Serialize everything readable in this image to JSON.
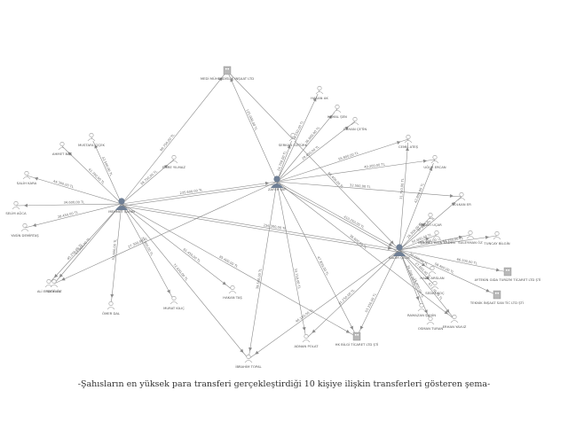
{
  "caption": "-Şahısların en yüksek para transferi gerçekleştirdiği 10 kişiye ilişkin transferleri gösteren şema-",
  "colors": {
    "edge": "#8a8a8a",
    "person_stroke": "#9a9a9a",
    "hub_fill": "#6f7f95",
    "building": "#b8b8b8"
  },
  "nodes": [
    {
      "id": "hub_left",
      "kind": "hub",
      "label": "MEHMET ŞAHİN"
    },
    {
      "id": "hub_center",
      "kind": "hub",
      "label": "ZAFER FAT"
    },
    {
      "id": "hub_right",
      "kind": "hub",
      "label": "KADİR ÇELİK"
    },
    {
      "id": "bld_top",
      "kind": "building",
      "label": "MEDİ MÜHENDİSLİK İNŞAAT LTD"
    },
    {
      "id": "bld_bottom_mid",
      "kind": "building",
      "label": "HK BİLGİ TİCARET LTD ŞTİ"
    },
    {
      "id": "bld_right1",
      "kind": "building",
      "label": "AYTEKİN GIDA TURİZM TİCARET LTD ŞTİ"
    },
    {
      "id": "bld_right2",
      "kind": "building",
      "label": "TEKNİK İNŞAAT SAN TİC LTD ŞTİ"
    },
    {
      "id": "p1",
      "kind": "person",
      "label": "AHMET BAŞ"
    },
    {
      "id": "p2",
      "kind": "person",
      "label": "MUSTAFA ÇİÇEK"
    },
    {
      "id": "p3",
      "kind": "person",
      "label": "SALİH KARA"
    },
    {
      "id": "p4",
      "kind": "person",
      "label": "SELİM AĞCA"
    },
    {
      "id": "p5",
      "kind": "person",
      "label": "YASİN DEMİRTAŞ"
    },
    {
      "id": "p6",
      "kind": "person",
      "label": "ALİ ERDOĞAN"
    },
    {
      "id": "p7",
      "kind": "person",
      "label": "ÖMER DAL"
    },
    {
      "id": "p8",
      "kind": "person",
      "label": "EMRE YILMAZ"
    },
    {
      "id": "p9",
      "kind": "person",
      "label": "HAKAN TAŞ"
    },
    {
      "id": "p10",
      "kind": "person",
      "label": "MURAT KILIÇ"
    },
    {
      "id": "p11",
      "kind": "person",
      "label": "FATİH ÖZ"
    },
    {
      "id": "p12",
      "kind": "person",
      "label": "İBRAHİM TOPAL"
    },
    {
      "id": "p13",
      "kind": "person",
      "label": "SERKAN ÖZTÜRK"
    },
    {
      "id": "p14",
      "kind": "person",
      "label": "HASAN AK"
    },
    {
      "id": "p15",
      "kind": "person",
      "label": "KEMAL ŞEN"
    },
    {
      "id": "p16",
      "kind": "person",
      "label": "ORHAN ÇETİN"
    },
    {
      "id": "p17",
      "kind": "person",
      "label": "CEMİL ATEŞ"
    },
    {
      "id": "p18",
      "kind": "person",
      "label": "UĞUR ERCAN"
    },
    {
      "id": "p19",
      "kind": "person",
      "label": "VOLKAN ER"
    },
    {
      "id": "p20",
      "kind": "person",
      "label": "NECATİ UÇAR"
    },
    {
      "id": "p21",
      "kind": "person",
      "label": "MEHMET EMİN ERDEN"
    },
    {
      "id": "p22",
      "kind": "person",
      "label": "SÜLEYMAN ÖZ"
    },
    {
      "id": "p23",
      "kind": "person",
      "label": "TUNCAY BİLGİN"
    },
    {
      "id": "p24",
      "kind": "person",
      "label": "HALİL ARSLAN"
    },
    {
      "id": "p25",
      "kind": "person",
      "label": "SEDAT KOÇ"
    },
    {
      "id": "p26",
      "kind": "person",
      "label": "RAMAZAN ŞAHİN"
    },
    {
      "id": "p27",
      "kind": "person",
      "label": "OSMAN TURAN"
    },
    {
      "id": "p28",
      "kind": "person",
      "label": "ERHAN YAVUZ"
    },
    {
      "id": "p29",
      "kind": "person",
      "label": "ADNAN POLAT"
    }
  ],
  "edges": [
    {
      "from": "hub_left",
      "to": "hub_center",
      "label": "235.600,00 TL"
    },
    {
      "from": "hub_left",
      "to": "hub_right",
      "label": "156.300,00 TL"
    },
    {
      "from": "hub_center",
      "to": "hub_right",
      "label": "410.250,00 TL"
    },
    {
      "from": "hub_left",
      "to": "bld_top",
      "label": "96.750,00 TL"
    },
    {
      "from": "hub_center",
      "to": "bld_top",
      "label": "125.000,00 TL"
    },
    {
      "from": "bld_top",
      "to": "hub_right",
      "label": "68.400,00 TL"
    },
    {
      "from": "hub_left",
      "to": "p1",
      "label": "41.700,00 TL"
    },
    {
      "from": "hub_left",
      "to": "p2",
      "label": "42.500,00 TL"
    },
    {
      "from": "hub_left",
      "to": "p3",
      "label": "44.300,00 TL"
    },
    {
      "from": "hub_left",
      "to": "p4",
      "label": "34.600,00 TL"
    },
    {
      "from": "hub_left",
      "to": "p5",
      "label": "28.450,00 TL"
    },
    {
      "from": "hub_left",
      "to": "p6",
      "label": "45.250,00 TL"
    },
    {
      "from": "hub_left",
      "to": "p7",
      "label": "52.600,00 TL"
    },
    {
      "from": "hub_left",
      "to": "p8",
      "label": "38.750,00 TL"
    },
    {
      "from": "hub_left",
      "to": "p9",
      "label": "61.450,00 TL"
    },
    {
      "from": "hub_left",
      "to": "p10",
      "label": "33.800,00 TL"
    },
    {
      "from": "hub_left",
      "to": "p11",
      "label": "57.900,00 TL"
    },
    {
      "from": "hub_center",
      "to": "p11",
      "label": "27.300,00 TL"
    },
    {
      "from": "hub_left",
      "to": "p12",
      "label": "72.650,00 TL"
    },
    {
      "from": "hub_center",
      "to": "p12",
      "label": "39.500,00 TL"
    },
    {
      "from": "hub_right",
      "to": "p12",
      "label": "46.150,00 TL"
    },
    {
      "from": "hub_left",
      "to": "bld_bottom_mid",
      "label": "85.400,00 TL"
    },
    {
      "from": "hub_center",
      "to": "bld_bottom_mid",
      "label": "47.800,00 TL"
    },
    {
      "from": "hub_right",
      "to": "bld_bottom_mid",
      "label": "53.250,00 TL"
    },
    {
      "from": "hub_center",
      "to": "p13",
      "label": "24.750,00 TL"
    },
    {
      "from": "hub_center",
      "to": "p14",
      "label": "48.250,00 TL"
    },
    {
      "from": "hub_center",
      "to": "p15",
      "label": "36.000,00 TL"
    },
    {
      "from": "hub_center",
      "to": "p16",
      "label": "29.450,00 TL"
    },
    {
      "from": "hub_center",
      "to": "p17",
      "label": "55.800,00 TL"
    },
    {
      "from": "hub_center",
      "to": "p18",
      "label": "40.200,00 TL"
    },
    {
      "from": "hub_center",
      "to": "p19",
      "label": "32.500,00 TL"
    },
    {
      "from": "hub_right",
      "to": "p17",
      "label": "31.750,00 TL"
    },
    {
      "from": "hub_right",
      "to": "p18",
      "label": "42.800,00 TL"
    },
    {
      "from": "hub_right",
      "to": "p19",
      "label": "37.950,00 TL"
    },
    {
      "from": "hub_right",
      "to": "p20",
      "label": "26.300,00 TL"
    },
    {
      "from": "hub_right",
      "to": "p21",
      "label": "50.600,00 TL"
    },
    {
      "from": "hub_right",
      "to": "p22",
      "label": "35.900,00 TL"
    },
    {
      "from": "hub_right",
      "to": "p23",
      "label": "43.750,00 TL"
    },
    {
      "from": "hub_right",
      "to": "bld_right1",
      "label": "66.200,00 TL"
    },
    {
      "from": "hub_right",
      "to": "bld_right2",
      "label": "58.400,00 TL"
    },
    {
      "from": "hub_right",
      "to": "p24",
      "label": "30.150,00 TL"
    },
    {
      "from": "hub_right",
      "to": "p25",
      "label": "27.850,00 TL"
    },
    {
      "from": "hub_right",
      "to": "p26",
      "label": "34.200,00 TL"
    },
    {
      "from": "hub_right",
      "to": "p27",
      "label": "25.900,00 TL"
    },
    {
      "from": "hub_right",
      "to": "p28",
      "label": "47.350,00 TL"
    },
    {
      "from": "hub_center",
      "to": "p28",
      "label": "38.600,00 TL"
    },
    {
      "from": "hub_right",
      "to": "p29",
      "label": "41.250,00 TL"
    },
    {
      "from": "hub_center",
      "to": "p29",
      "label": "33.150,00 TL"
    }
  ]
}
